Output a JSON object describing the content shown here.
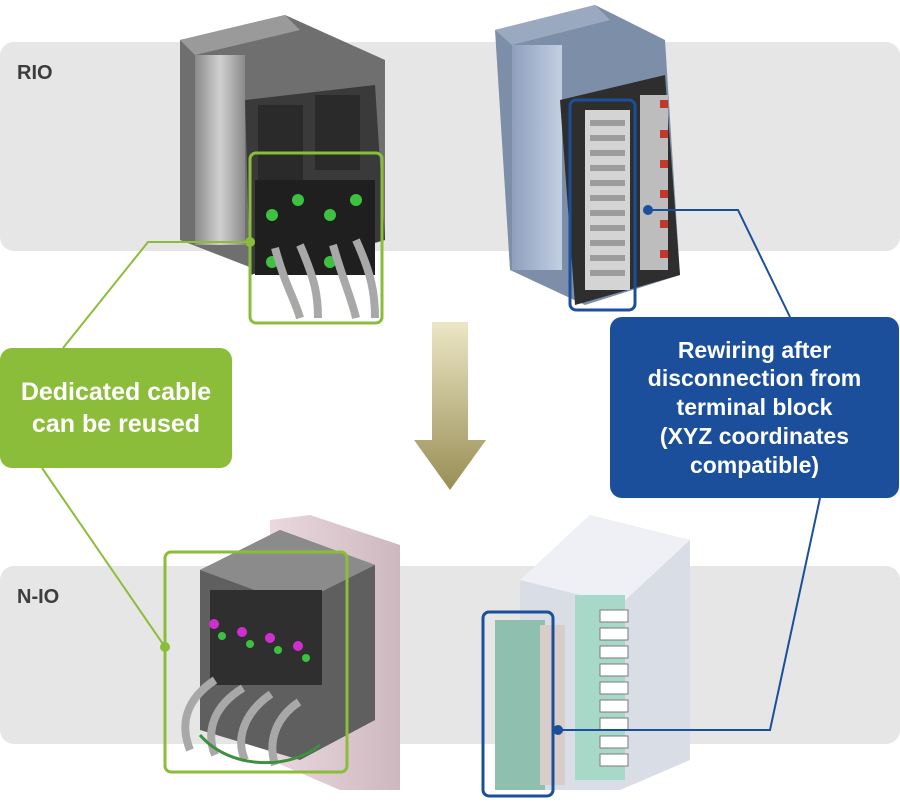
{
  "bands": {
    "top_label": "RIO",
    "bottom_label": "N-IO"
  },
  "callouts": {
    "left": {
      "line1": "Dedicated cable",
      "line2": "can be reused"
    },
    "right": {
      "line1": "Rewiring after",
      "line2": "disconnection from",
      "line3": "terminal block",
      "line4": "(XYZ coordinates",
      "line5": "compatible)"
    }
  },
  "colors": {
    "band": "#e6e6e6",
    "green": "#8bbd3a",
    "blue": "#1b4f9b",
    "arrow_gold": "#a49a62"
  },
  "icons": {
    "arrow": "down-arrow-icon"
  }
}
